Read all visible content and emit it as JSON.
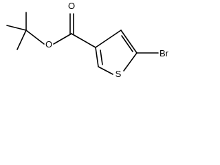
{
  "molecule": {
    "atoms": {
      "carbonyl_oxygen": "O",
      "ester_oxygen": "O",
      "sulfur": "S",
      "bromine": "Br"
    }
  }
}
